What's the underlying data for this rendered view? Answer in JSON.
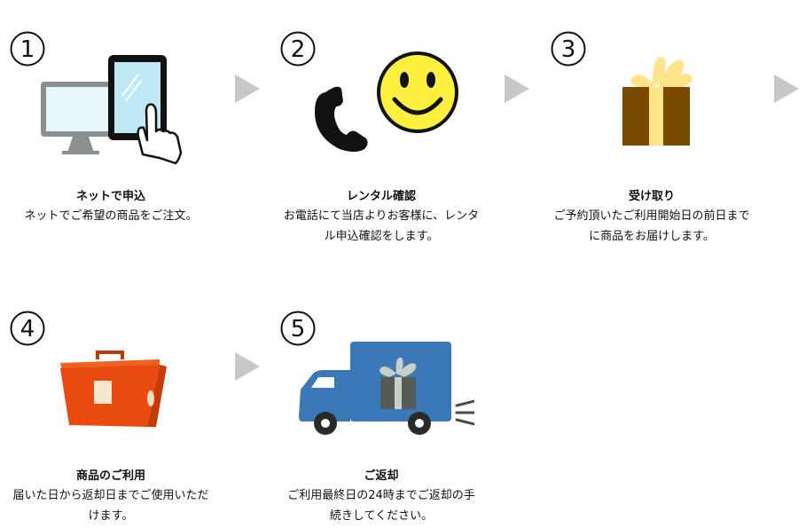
{
  "steps": [
    {
      "number": "1",
      "icon": "computer-tablet-icon",
      "title": "ネットで申込",
      "description": "ネットでご希望の商品をご注文。"
    },
    {
      "number": "2",
      "icon": "phone-smiley-icon",
      "title": "レンタル確認",
      "description": "お電話にて当店よりお客様に、レンタ\nル申込確認をします。"
    },
    {
      "number": "3",
      "icon": "gift-box-icon",
      "title": "受け取り",
      "description": "ご予約頂いたご利用開始日の前日まで\nに商品をお届けします。"
    },
    {
      "number": "4",
      "icon": "orange-box-icon",
      "title": "商品のご利用",
      "description": "届いた日から返却日までご使用いただ\nけます。"
    },
    {
      "number": "5",
      "icon": "delivery-truck-icon",
      "title": "ご返却",
      "description": "ご利用最終日の24時までご返却の手\n続きしてください。"
    }
  ],
  "colors": {
    "arrow": "#c8c8c8",
    "smiley": "#fff040",
    "gift_box": "#7a4a00",
    "gift_ribbon": "#ffe48a",
    "orange_box": "#e84a10",
    "truck": "#3a78b8",
    "monitor_screen": "#e6f6fb",
    "monitor_body": "#8a908e"
  }
}
